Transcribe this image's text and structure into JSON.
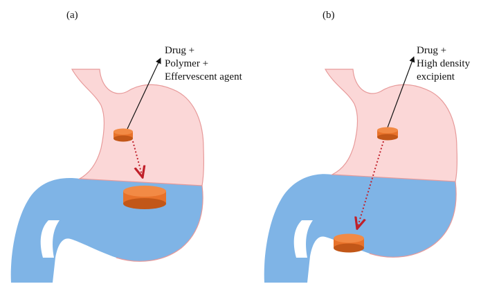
{
  "panels": [
    {
      "label": "(a)",
      "annotation": [
        "Drug +",
        "Polymer +",
        "Effervescent agent"
      ]
    },
    {
      "label": "(b)",
      "annotation": [
        "Drug +",
        "High density",
        "excipient"
      ]
    }
  ],
  "colors": {
    "stomach_upper": "#fbd7d7",
    "stomach_outline": "#e79a9a",
    "gastric_fluid": "#7fb4e6",
    "tablet": "#e8722a",
    "tablet_top": "#f28a45",
    "tablet_shadow": "#a84a12",
    "dotted_arrow": "#c0202a",
    "pointer_arrow": "#111111"
  },
  "icons": {
    "tablet": "tablet-icon",
    "stomach": "stomach-icon"
  }
}
